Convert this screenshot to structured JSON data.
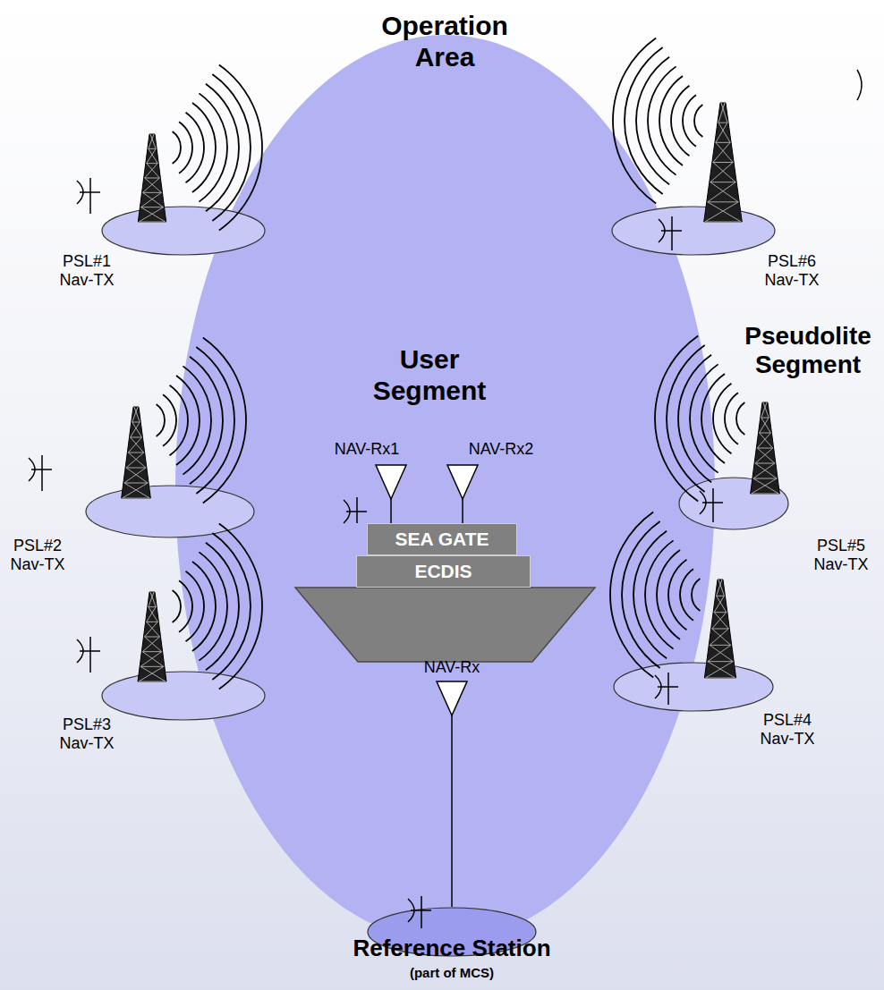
{
  "diagram": {
    "nodes": [
      {
        "text": [
          "Operation Area"
        ]
      },
      {
        "text": [
          "User Segment"
        ],
        "in": 0
      },
      {
        "text": [
          "SEA GATE"
        ],
        "in": 1
      },
      {
        "text": [
          "ECDIS"
        ],
        "in": 1
      },
      {
        "text": [
          "PSL#1 Nav-TX"
        ]
      },
      {
        "text": [
          "PSL#2 Nav-TX"
        ]
      },
      {
        "text": [
          "PSL#3 Nav-TX"
        ]
      },
      {
        "text": [
          "PSL#6 Nav-TX"
        ]
      },
      {
        "text": [
          "PSL#5 Nav-TX"
        ]
      },
      {
        "text": [
          "PSL#4 Nav-TX"
        ]
      },
      {
        "text": [
          "Reference Station",
          "(part of MCS)"
        ]
      }
    ],
    "labels": [
      "NAV-Rx1",
      "NAV-Rx2",
      "Pseudolite Segment",
      "NAV-Rx"
    ]
  }
}
